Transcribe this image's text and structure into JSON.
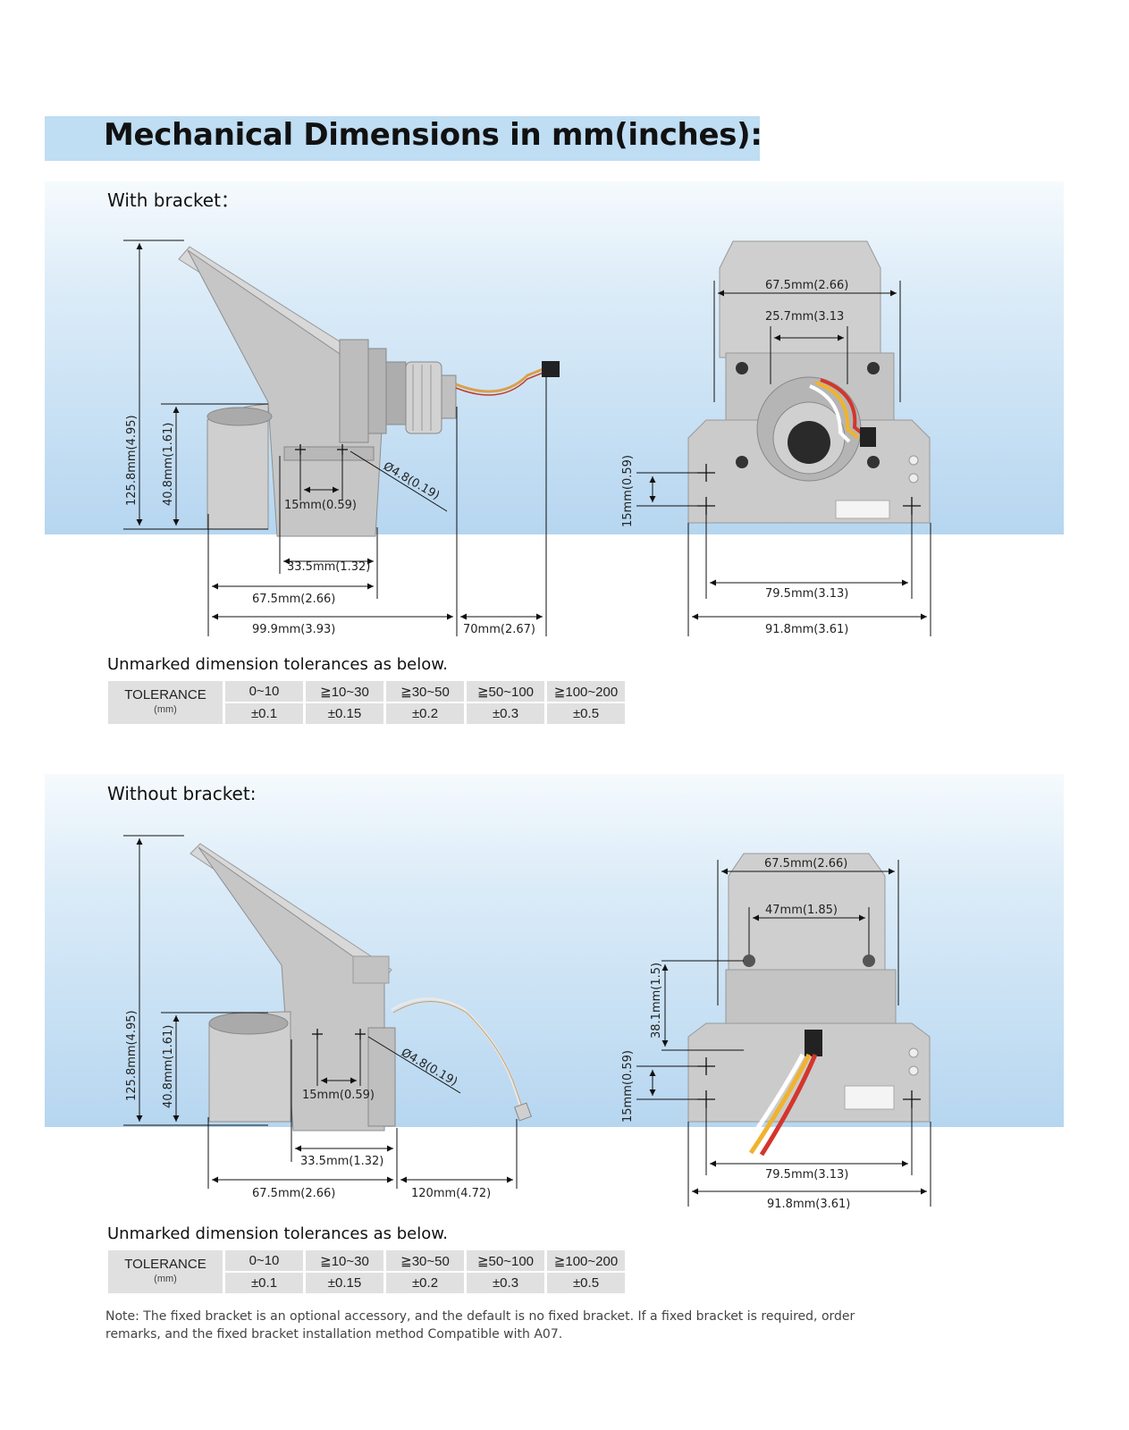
{
  "header": {
    "title": "Mechanical Dimensions in mm(inches):"
  },
  "with_bracket": {
    "label": "With  bracket：",
    "side_view": {
      "height_total": "125.8mm(4.95)",
      "height_body": "40.8mm(1.61)",
      "hole_spacing": "15mm(0.59)",
      "hole_diameter": "Ø4.8(0.19)",
      "offset": "33.5mm(1.32)",
      "body_width": "67.5mm(2.66)",
      "total_length": "99.9mm(3.93)",
      "cable_length": "70mm(2.67)"
    },
    "back_view": {
      "width": "67.5mm(2.66)",
      "inner": "25.7mm(3.13",
      "hole_v": "15mm(0.59)",
      "hole_h": "79.5mm(3.13)",
      "total": "91.8mm(3.61)"
    }
  },
  "tolerance1": {
    "caption": "Unmarked dimension tolerances as below.",
    "header": "TOLERANCE",
    "unit": "(mm)",
    "ranges": [
      "0~10",
      "≧10~30",
      "≧30~50",
      "≧50~100",
      "≧100~200"
    ],
    "values": [
      "±0.1",
      "±0.15",
      "±0.2",
      "±0.3",
      "±0.5"
    ]
  },
  "without_bracket": {
    "label": "Without  bracket:",
    "side_view": {
      "height_total": "125.8mm(4.95)",
      "height_body": "40.8mm(1.61)",
      "hole_spacing": "15mm(0.59)",
      "hole_diameter": "Ø4.8(0.19)",
      "offset": "33.5mm(1.32)",
      "body_width": "67.5mm(2.66)",
      "cable_length": "120mm(4.72)"
    },
    "back_view": {
      "width": "67.5mm(2.66)",
      "inner": "47mm(1.85)",
      "height": "38.1mm(1.5)",
      "hole_v": "15mm(0.59)",
      "hole_h": "79.5mm(3.13)",
      "total": "91.8mm(3.61)"
    }
  },
  "tolerance2": {
    "caption": "Unmarked dimension tolerances as below.",
    "header": "TOLERANCE",
    "unit": "(mm)",
    "ranges": [
      "0~10",
      "≧10~30",
      "≧30~50",
      "≧50~100",
      "≧100~200"
    ],
    "values": [
      "±0.1",
      "±0.15",
      "±0.2",
      "±0.3",
      "±0.5"
    ]
  },
  "footer": {
    "note": "Note: The fixed bracket is an optional accessory, and the default is no fixed bracket. If a fixed bracket is required, order remarks, and the fixed bracket installation method Compatible with A07."
  },
  "colors": {
    "title_band": "#bfddf3",
    "panel": "#b6d6f0",
    "device": "#c9c9c9",
    "table_cell": "#e0e0e0"
  }
}
